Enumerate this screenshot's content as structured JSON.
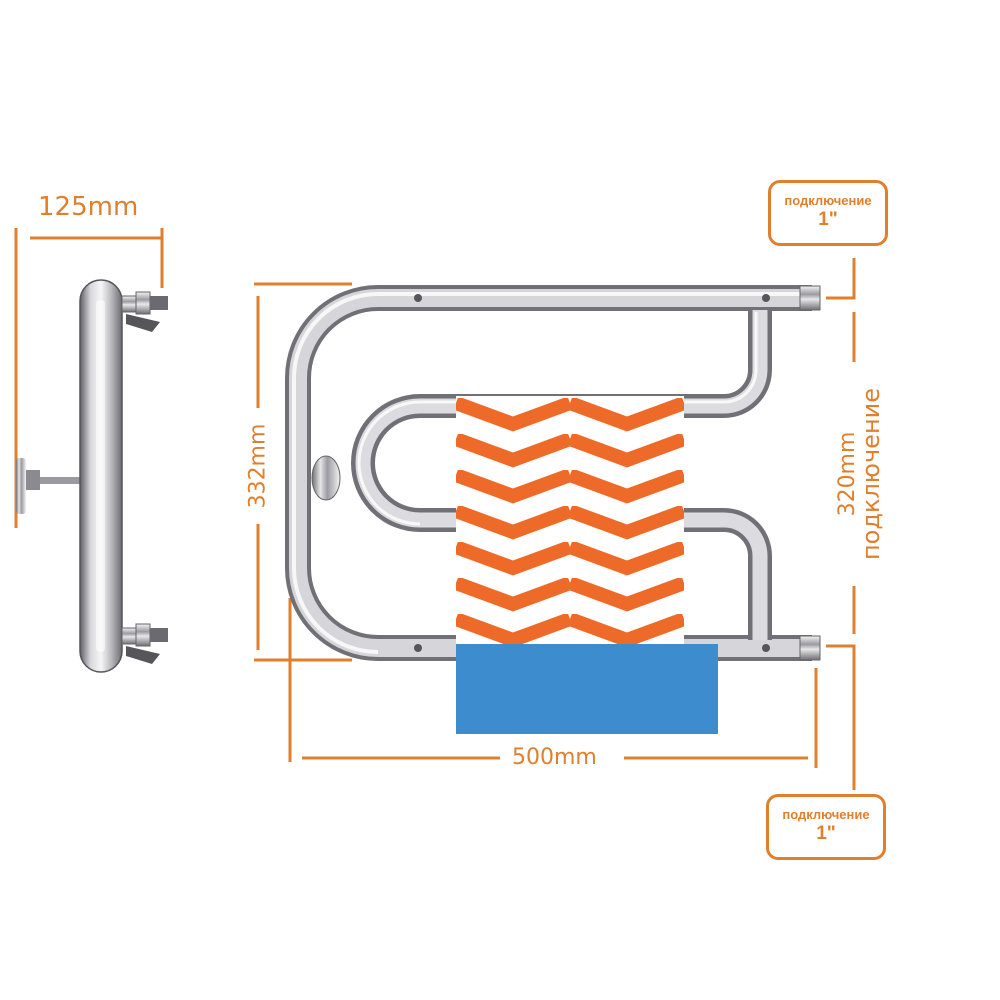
{
  "dimensions": {
    "depth": "125mm",
    "height_total": "332mm",
    "height_connection": "320mm",
    "height_connection_caption": "подключение",
    "width": "500mm"
  },
  "connections": {
    "top": {
      "title": "подключение",
      "value": "1\""
    },
    "bottom": {
      "title": "подключение",
      "value": "1\""
    }
  },
  "colors": {
    "dimension_lines": "#e07f2c",
    "towel_stripes": "#ee6a28",
    "towel_fold": "#3d8ccd",
    "chrome": "#b8b8bc"
  }
}
